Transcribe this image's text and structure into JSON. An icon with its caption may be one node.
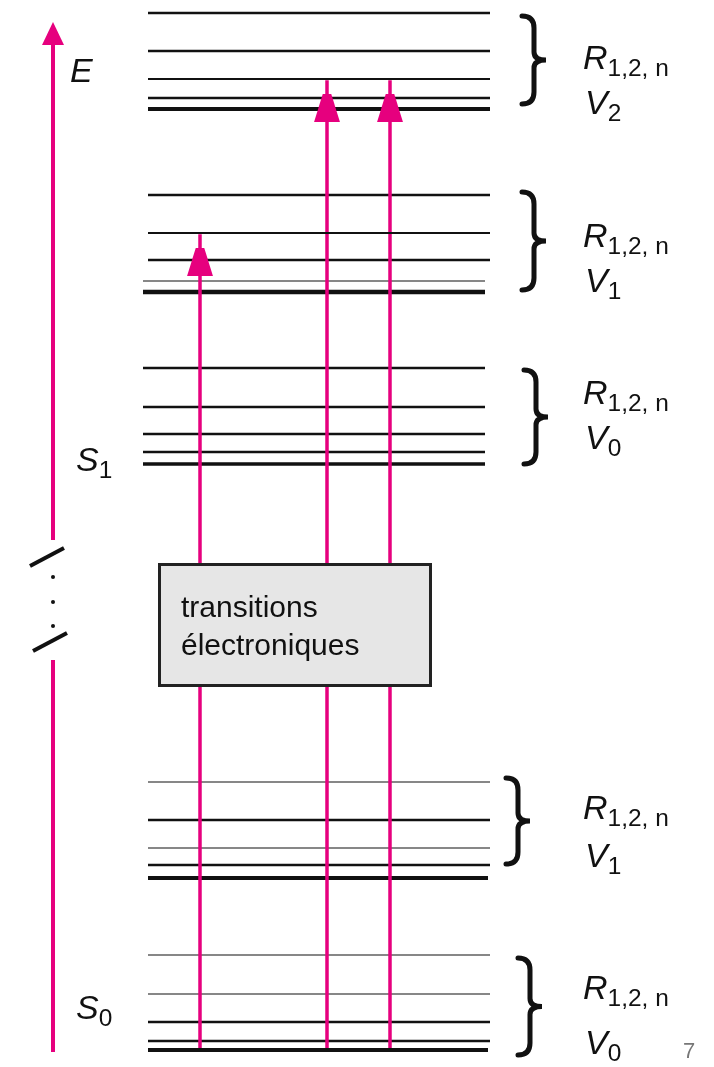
{
  "diagram": {
    "nodes": [
      {
        "text": [],
        "shape": "bar"
      },
      {
        "text": [],
        "shape": "bar"
      },
      {
        "text": [],
        "shape": "bar"
      }
    ],
    "edges": [
      {
        "from": 2,
        "to": 1,
        "arrow": "to"
      },
      {
        "from": 2,
        "to": 0,
        "arrow": "to"
      },
      {
        "from": 2,
        "to": 0,
        "arrow": "to"
      }
    ],
    "labels": [
      "R$_{1,2, n}$",
      "E",
      "V$_{2}$",
      "R$_{1,2, n}$",
      "V$_{1}$",
      "R$_{1,2, n}$",
      "V$_{0}$",
      "S$_{1}$",
      "transitions électroniques",
      "R$_{1,2, n}$",
      "V$_{1}$",
      "R$_{1,2, n}$",
      "S$_{0}$",
      "V$_{0}$",
      "7"
    ]
  }
}
